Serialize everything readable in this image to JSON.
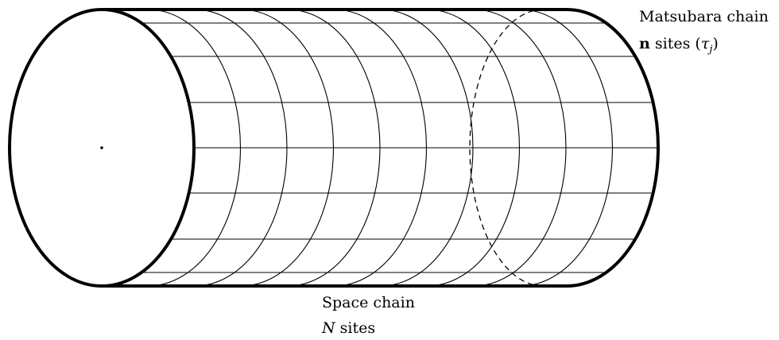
{
  "labels": {
    "matsubara_chain": "Matsubara chain",
    "n_symbol": "n",
    "n_sites_word": "sites",
    "tau_open": "(",
    "tau_symbol": "τ",
    "tau_subscript": "j",
    "tau_close": ")",
    "space_chain": "Space chain",
    "N_symbol": "N",
    "N_sites_word": "sites"
  },
  "colors": {
    "stroke": "#000000",
    "background": "#ffffff"
  }
}
